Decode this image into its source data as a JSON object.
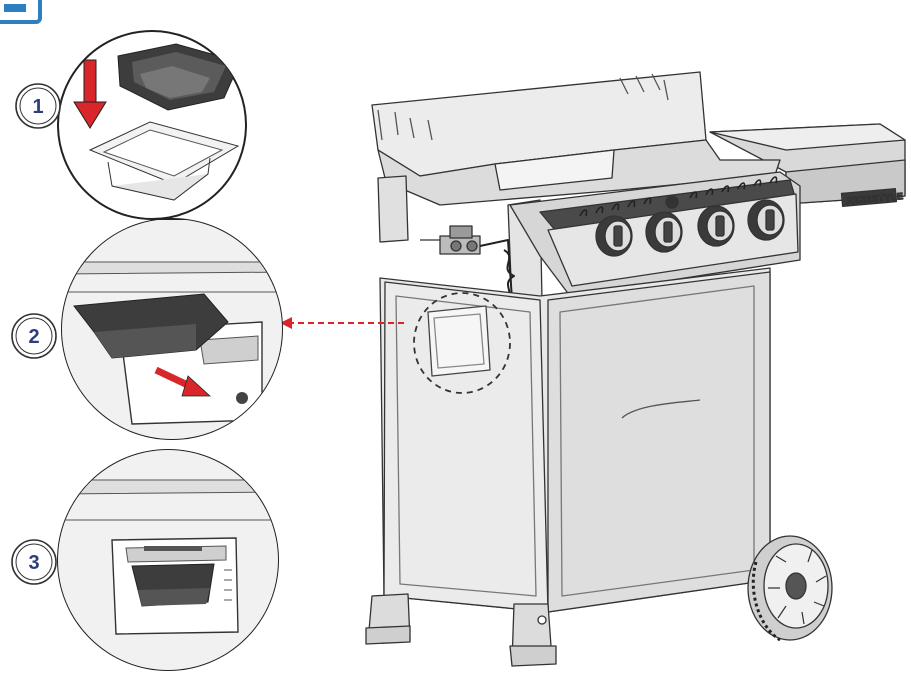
{
  "steps": [
    {
      "number": "1"
    },
    {
      "number": "2"
    },
    {
      "number": "3"
    }
  ],
  "grill": {
    "brand_label": "FREESTYLE",
    "knob_count": 4
  },
  "colors": {
    "accent_red": "#d8262b",
    "step_badge_text": "#2b3f7e",
    "corner_tab": "#2e7fc0",
    "line": "#333333",
    "body_fill": "#e8e8e8",
    "panel_dark": "#555555"
  },
  "icons": {
    "down_arrow": "down-arrow-icon",
    "slide_arrow": "slide-arrow-icon",
    "pointer_arrow": "dashed-pointer-arrow-icon"
  }
}
